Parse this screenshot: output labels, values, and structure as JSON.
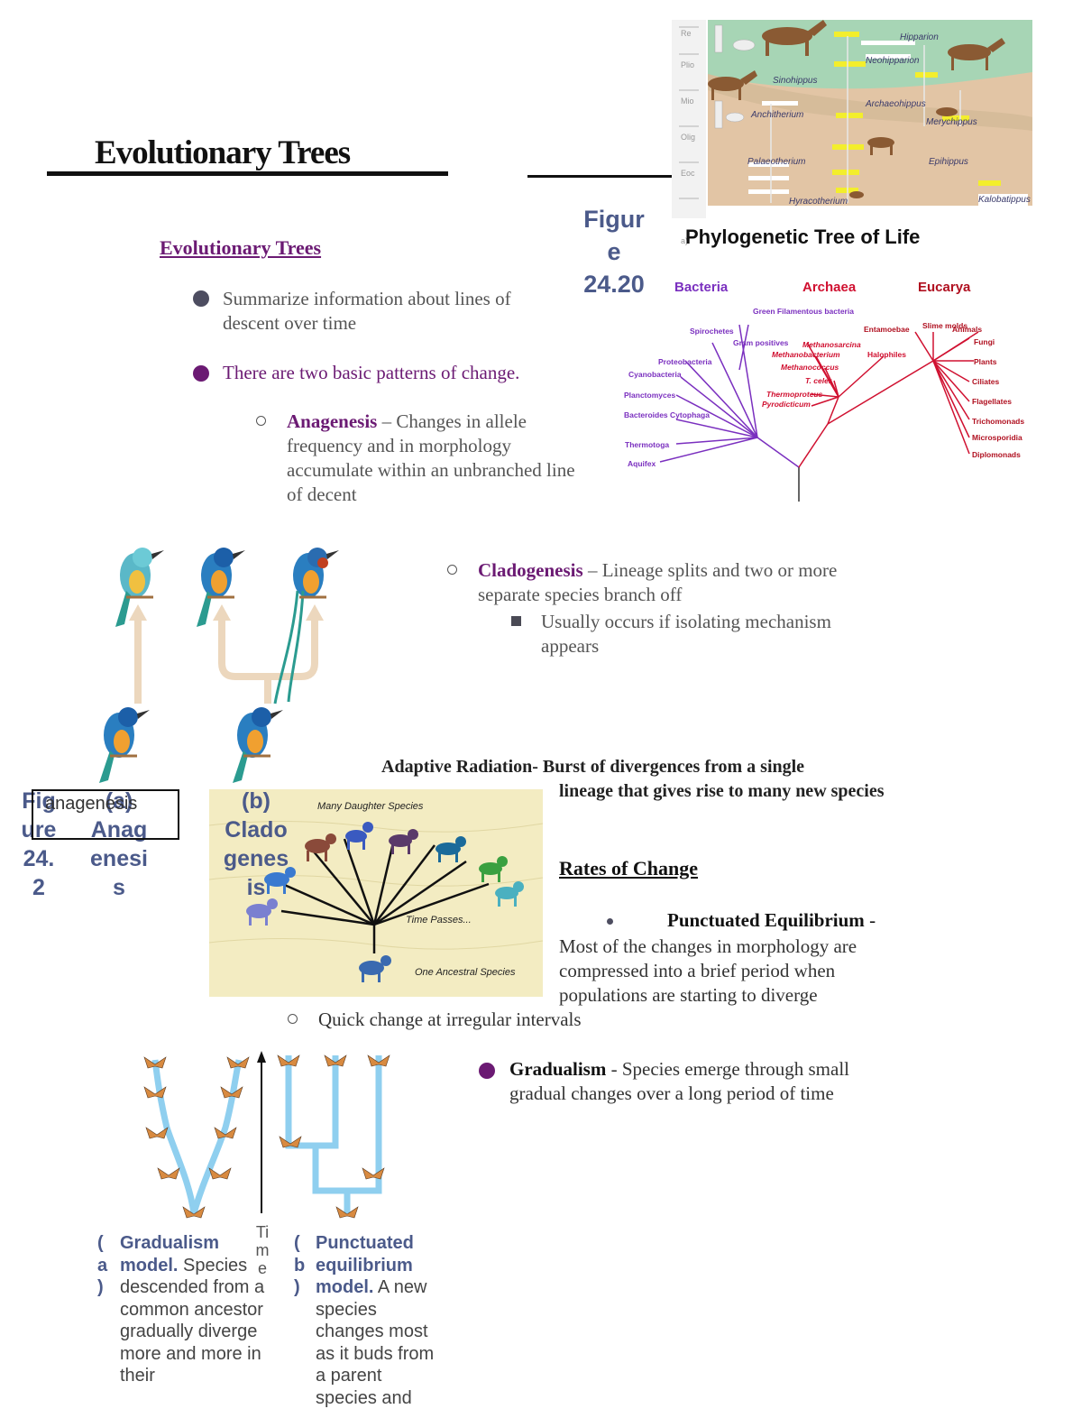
{
  "title": "Evolutionary Trees",
  "section_heading": "Evolutionary Trees",
  "bullets": {
    "b1": "Summarize information about lines of descent over time",
    "b2": "There are two basic patterns of change.",
    "anagenesis_term": "Anagenesis",
    "anagenesis_text": " – Changes in allele frequency and in morphology accumulate within an unbranched line of decent",
    "cladogenesis_term": "Cladogenesis",
    "cladogenesis_text": " – Lineage splits and two or more separate species branch off",
    "clado_sub": "Usually occurs if isolating mechanism appears"
  },
  "figure_2420": [
    "Figur",
    "e",
    "24.20"
  ],
  "phylo": {
    "title": "Phylogenetic Tree of Life",
    "domains": [
      "Bacteria",
      "Archaea",
      "Eucarya"
    ],
    "colors": {
      "bacteria": "#7a2fbf",
      "archaea": "#d01030",
      "eucarya": "#b01020"
    },
    "bacteria_labels": [
      "Green Filamentous bacteria",
      "Spirochetes",
      "Gram positives",
      "Proteobacteria",
      "Cyanobacteria",
      "Planctomyces",
      "Bacteroides Cytophaga",
      "Thermotoga",
      "Aquifex"
    ],
    "archaea_labels": [
      "Methanosarcina",
      "Methanobacterium",
      "Methanococcus",
      "T. celer",
      "Thermoproteus",
      "Pyrodicticum",
      "Halophiles"
    ],
    "eucarya_labels": [
      "Entamoebae",
      "Slime molds",
      "Animals",
      "Fungi",
      "Plants",
      "Ciliates",
      "Flagellates",
      "Trichomonads",
      "Microsporidia",
      "Diplomonads"
    ]
  },
  "horse_labels": [
    "Hipparion",
    "Neohipparion",
    "Archaeohippus",
    "Merychippus",
    "Anchitherium",
    "Sinohippus",
    "Palaeotherium",
    "Hyracotherium",
    "Epihippus",
    "Kalobatippus"
  ],
  "bird_fig": {
    "fig_label": [
      "Fig",
      "ure",
      "24.",
      "2"
    ],
    "a_label": [
      "(a)",
      "Anag",
      "enesi",
      "s"
    ],
    "b_label": [
      "(b)",
      "Clado",
      "genes",
      "is"
    ],
    "box_text": "anagenesis"
  },
  "radiation_fig": {
    "top": "Many Daughter Species",
    "middle": "Time Passes...",
    "bottom": "One Ancestral Species"
  },
  "adaptive": {
    "term": "Adaptive Radiation",
    "line1": "- Burst of divergences from a single",
    "rest": "lineage that gives rise to many new species"
  },
  "rates": {
    "heading": "Rates of Change",
    "punct_term": "Punctuated Equilibrium",
    "punct_dash": " -",
    "punct_text": "Most of the changes in morphology are compressed into a brief period when populations are starting to diverge",
    "punct_sub": "Quick change at irregular intervals",
    "grad_term": "Gradualism",
    "grad_text": " - Species emerge through small gradual changes over a long period of time"
  },
  "moth_fig": {
    "time_label": [
      "Ti",
      "m",
      "e"
    ],
    "a_marker": [
      "(",
      "a",
      ")"
    ],
    "b_marker": [
      "(",
      "b",
      ")"
    ],
    "a_bold": "Gradualism model.",
    "a_text": " Species descended from a common ancestor gradually diverge more and more in their",
    "b_bold": "Punctuated equilibrium model.",
    "b_text": " A new species changes most as it buds from a parent species and"
  }
}
